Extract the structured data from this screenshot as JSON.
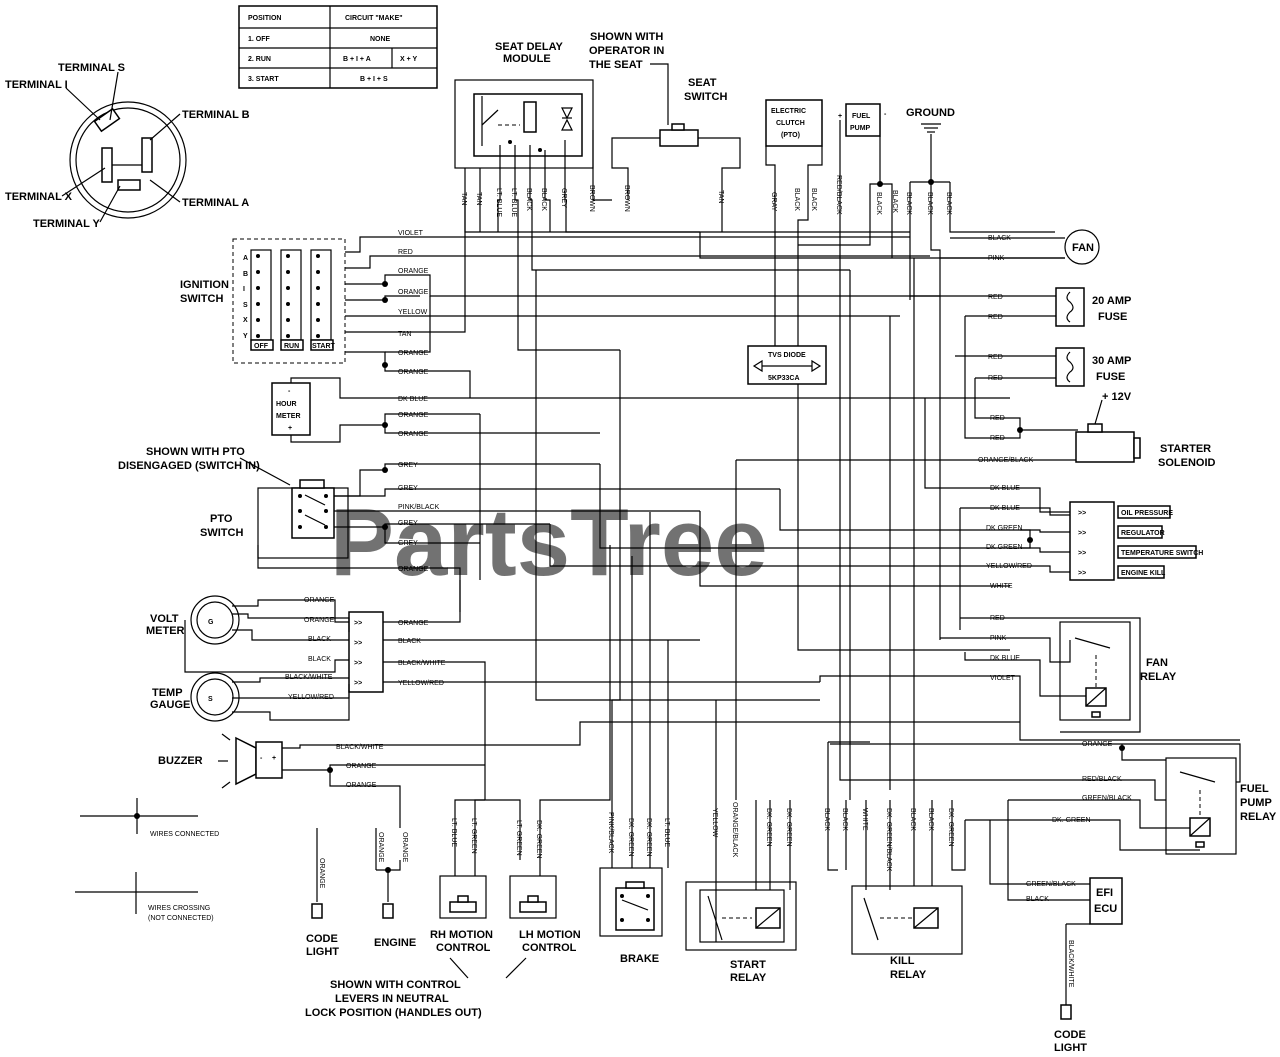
{
  "watermark": "PartsTree",
  "position_table": {
    "headers": [
      "POSITION",
      "CIRCUIT \"MAKE\""
    ],
    "rows": [
      {
        "position": "1. OFF",
        "make": [
          "NONE"
        ]
      },
      {
        "position": "2. RUN",
        "make": [
          "B + I + A",
          "X + Y"
        ]
      },
      {
        "position": "3. START",
        "make": [
          "B + I + S"
        ]
      }
    ]
  },
  "ignition_terminals": [
    "TERMINAL S",
    "TERMINAL I",
    "TERMINAL B",
    "TERMINAL X",
    "TERMINAL A",
    "TERMINAL Y"
  ],
  "labels": {
    "seat_delay": [
      "SEAT DELAY",
      "MODULE"
    ],
    "operator_note": [
      "SHOWN WITH",
      "OPERATOR IN",
      "THE SEAT"
    ],
    "seat_switch": [
      "SEAT",
      "SWITCH"
    ],
    "electric_clutch": [
      "ELECTRIC",
      "CLUTCH",
      "(PTO)"
    ],
    "fuel_pump": [
      "FUEL",
      "PUMP"
    ],
    "ground": "GROUND",
    "fan": "FAN",
    "fuse20": [
      "20 AMP",
      "FUSE"
    ],
    "fuse30": [
      "30 AMP",
      "FUSE"
    ],
    "plus12v": "+ 12V",
    "starter_solenoid": [
      "STARTER",
      "SOLENOID"
    ],
    "ignition_switch": [
      "IGNITION",
      "SWITCH"
    ],
    "switch_cols": [
      "OFF",
      "RUN",
      "START"
    ],
    "switch_rows": [
      "A",
      "B",
      "I",
      "S",
      "X",
      "Y"
    ],
    "hour_meter": [
      "HOUR",
      "METER"
    ],
    "pto_note": [
      "SHOWN WITH PTO",
      "DISENGAGED (SWITCH IN)"
    ],
    "pto_switch": [
      "PTO",
      "SWITCH"
    ],
    "tvs_diode": [
      "TVS DIODE",
      "5KP33CA"
    ],
    "volt_meter": [
      "VOLT",
      "METER"
    ],
    "temp_gauge": [
      "TEMP",
      "GAUGE"
    ],
    "buzzer": "BUZZER",
    "wires_connected": "WIRES CONNECTED",
    "wires_crossing": [
      "WIRES CROSSING",
      "(NOT CONNECTED)"
    ],
    "code_light_1": [
      "CODE",
      "LIGHT"
    ],
    "engine": "ENGINE",
    "rh_motion": [
      "RH MOTION",
      "CONTROL"
    ],
    "lh_motion": [
      "LH MOTION",
      "CONTROL"
    ],
    "brake": "BRAKE",
    "start_relay": [
      "START",
      "RELAY"
    ],
    "kill_relay": [
      "KILL",
      "RELAY"
    ],
    "neutral_note": [
      "SHOWN WITH CONTROL",
      "LEVERS IN NEUTRAL",
      "LOCK POSITION (HANDLES OUT)"
    ],
    "fan_relay": [
      "FAN",
      "RELAY"
    ],
    "fuel_pump_relay": [
      "FUEL",
      "PUMP",
      "RELAY"
    ],
    "efi_ecu": [
      "EFI",
      "ECU"
    ],
    "code_light_2": [
      "CODE",
      "LIGHT"
    ],
    "sensors": [
      "OIL PRESSURE",
      "REGULATOR",
      "TEMPERATURE SWITCH",
      "ENGINE KILL"
    ]
  },
  "wire_labels_horizontal": [
    "VIOLET",
    "RED",
    "ORANGE",
    "ORANGE",
    "YELLOW",
    "TAN",
    "ORANGE",
    "ORANGE",
    "DK BLUE",
    "ORANGE",
    "ORANGE",
    "GREY",
    "GREY",
    "PINK/BLACK",
    "GREY",
    "GREY",
    "ORANGE",
    "ORANGE",
    "ORANGE",
    "BLACK",
    "BLACK",
    "BLACK/WHITE",
    "YELLOW/RED",
    "ORANGE",
    "BLACK",
    "BLACK/WHITE",
    "YELLOW/RED",
    "BLACK/WHITE",
    "ORANGE",
    "ORANGE",
    "BLACK",
    "PINK",
    "RED",
    "RED",
    "RED",
    "RED",
    "RED",
    "RED",
    "ORANGE/BLACK",
    "DK BLUE",
    "DK BLUE",
    "DK GREEN",
    "DK GREEN",
    "YELLOW/RED",
    "WHITE",
    "RED",
    "PINK",
    "DK BLUE",
    "VIOLET",
    "ORANGE",
    "RED/BLACK",
    "GREEN/BLACK",
    "DK. GREEN",
    "GREEN/BLACK",
    "BLACK"
  ],
  "wire_labels_vertical": [
    "TAN",
    "TAN",
    "LT. BLUE",
    "LT. BLUE",
    "BLACK",
    "BLACK",
    "GREY",
    "BROWN",
    "BROWN",
    "TAN",
    "GRAY",
    "BLACK",
    "BLACK",
    "RED/BLACK",
    "BLACK",
    "BLACK",
    "BLACK",
    "BLACK",
    "BLACK",
    "ORANGE",
    "ORANGE",
    "ORANGE",
    "LT. BLUE",
    "LT. GREEN",
    "LT. GREEN",
    "DK. GREEN",
    "PINK/BLACK",
    "DK. GREEN",
    "DK. GREEN",
    "LT. BLUE",
    "YELLOW",
    "ORANGE/BLACK",
    "DK. GREEN",
    "DK. GREEN",
    "BLACK",
    "BLACK",
    "WHITE",
    "DK. GREEN/BLACK",
    "BLACK",
    "BLACK",
    "DK. GREEN",
    "BLACK/WHITE"
  ]
}
